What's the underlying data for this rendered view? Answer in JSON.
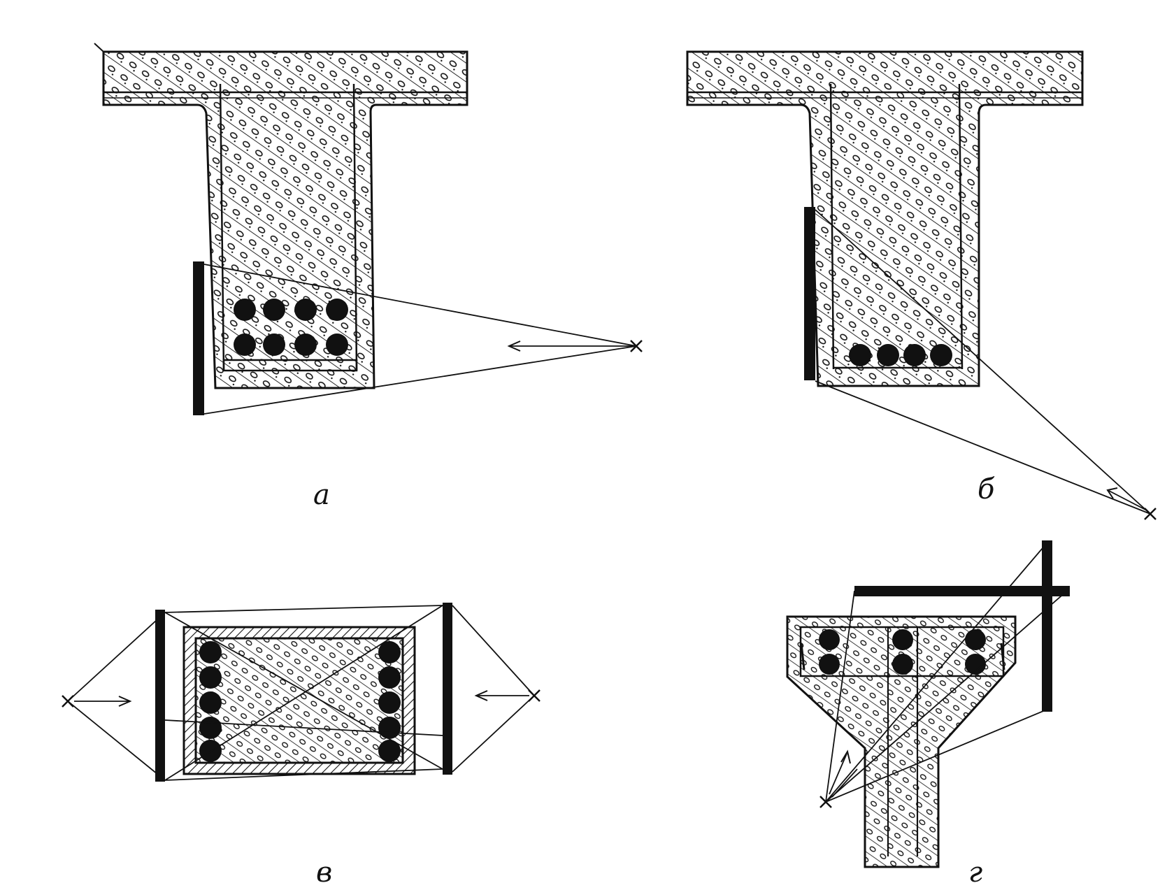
{
  "figure": {
    "background": "#ffffff",
    "ink": "#111111",
    "panels": [
      {
        "id": "a",
        "caption": "а",
        "kind": "T-beam section, two rows of four bars, film on side, source to the right"
      },
      {
        "id": "b",
        "caption": "б",
        "kind": "T-beam section, one row of four bars, film on side, source below-right"
      },
      {
        "id": "v",
        "caption": "в",
        "kind": "rectangular section, five bars on each side, films on both sides, two sources"
      },
      {
        "id": "g",
        "caption": "г",
        "kind": "inverted T / bulb section, films at top and right, source below-left"
      }
    ]
  }
}
